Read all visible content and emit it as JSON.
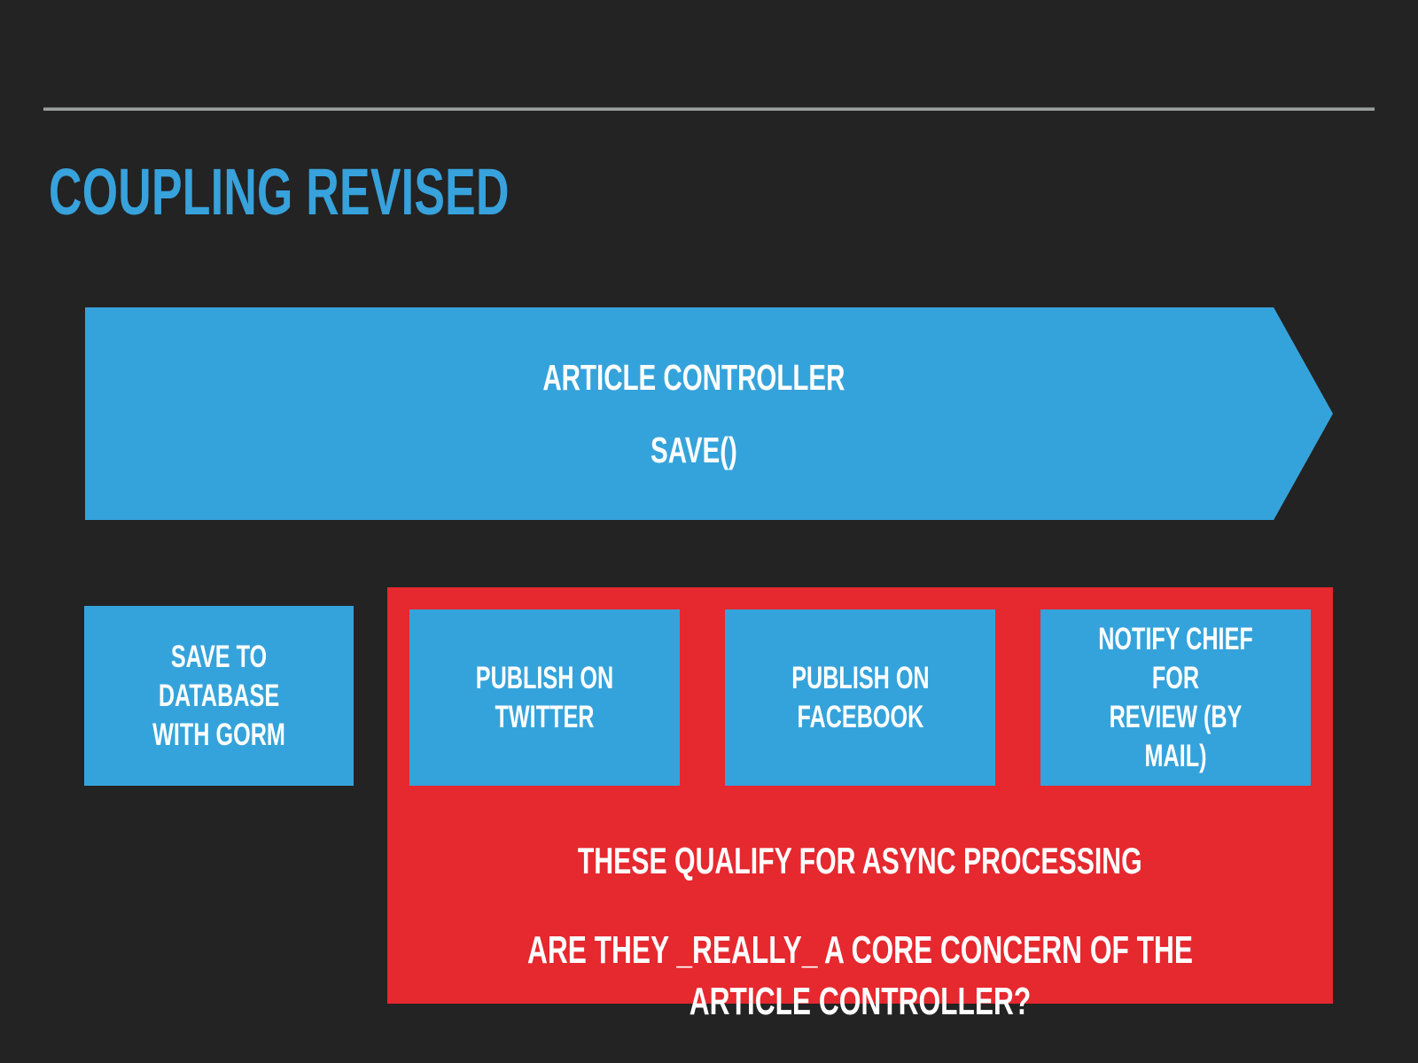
{
  "slide": {
    "title": "Coupling Revised",
    "background_color": "#232323",
    "accent_blue": "#35a3db",
    "accent_red": "#e6282f",
    "rule_color": "#9b9e9e",
    "text_color": "#ffffff"
  },
  "arrow": {
    "name": "article-controller-arrow",
    "line1": "Article Controller",
    "line2": "Save()"
  },
  "sync_card": {
    "label": "Save to database\nwith GORM"
  },
  "async_group": {
    "cards": [
      {
        "label": "Publish on Twitter"
      },
      {
        "label": "Publish on\nFacebook"
      },
      {
        "label": "Notify chief for\nreview (by mail)"
      }
    ],
    "caption_1": "These qualify for async processing",
    "caption_2": "Are they _really_ a core concern of the Article Controller?"
  }
}
